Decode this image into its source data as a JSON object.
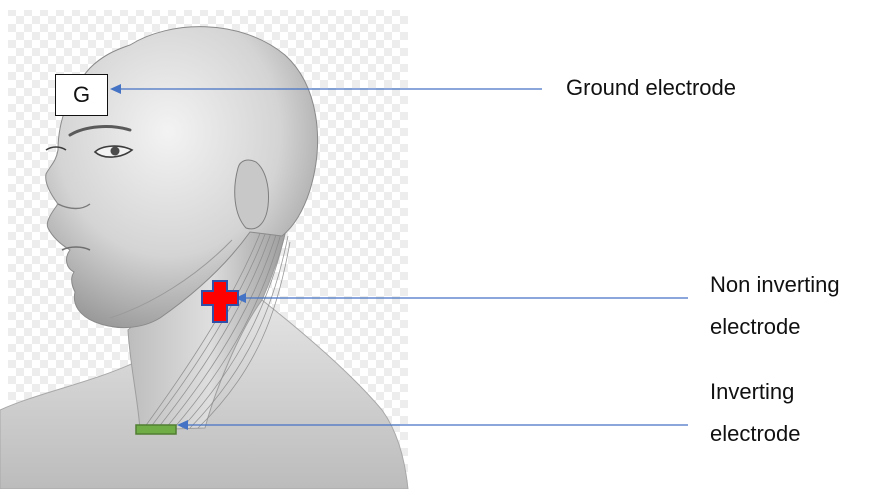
{
  "labels": {
    "ground_box": "G",
    "ground": "Ground electrode",
    "non_inverting_line1": "Non inverting",
    "non_inverting_line2": "electrode",
    "inverting_line1": "Inverting",
    "inverting_line2": "electrode"
  },
  "colors": {
    "pointer_line": "#4472c4",
    "plus_marker_fill": "#ff0000",
    "plus_marker_outline": "#2f4fa8",
    "inverting_marker_fill": "#70ad47",
    "inverting_marker_outline": "#507e32",
    "skin_light": "#ececec",
    "skin_mid": "#c9c9c9",
    "skin_dark": "#8f8f8f",
    "checker_light": "#ffffff",
    "checker_dark": "#ededed"
  },
  "icons": {
    "non_inverting_marker": "red-plus-icon",
    "inverting_marker": "green-bar-icon"
  }
}
